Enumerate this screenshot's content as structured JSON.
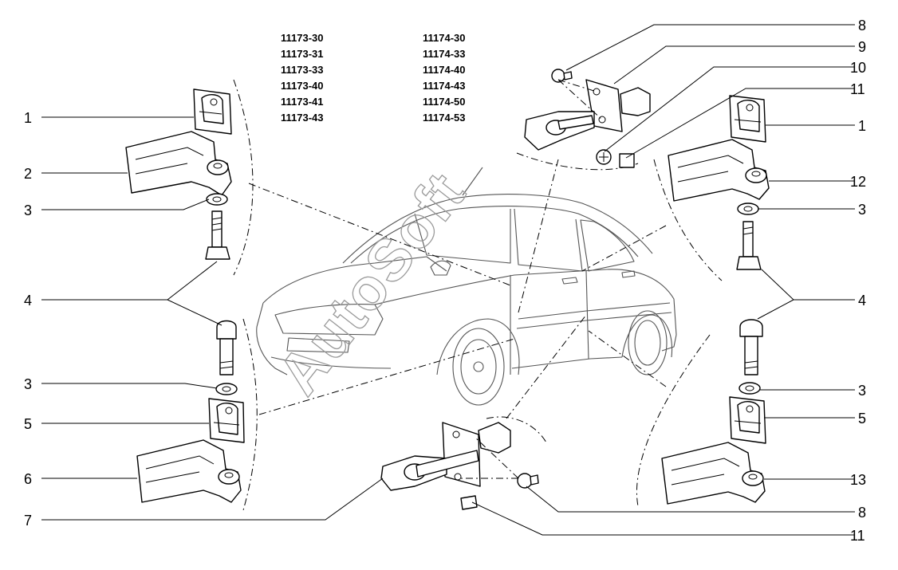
{
  "models": {
    "col1": [
      "11173-30",
      "11173-31",
      "11173-33",
      "11173-40",
      "11173-41",
      "11173-43"
    ],
    "col2": [
      "11174-30",
      "11174-33",
      "11174-40",
      "11174-43",
      "11174-50",
      "11174-53"
    ]
  },
  "callouts": {
    "left": [
      "1",
      "2",
      "3",
      "4",
      "3",
      "5",
      "6",
      "7"
    ],
    "right": [
      "8",
      "9",
      "10",
      "11",
      "1",
      "12",
      "3",
      "4",
      "3",
      "5",
      "13",
      "8",
      "11"
    ]
  },
  "watermark": "AutoSoft"
}
